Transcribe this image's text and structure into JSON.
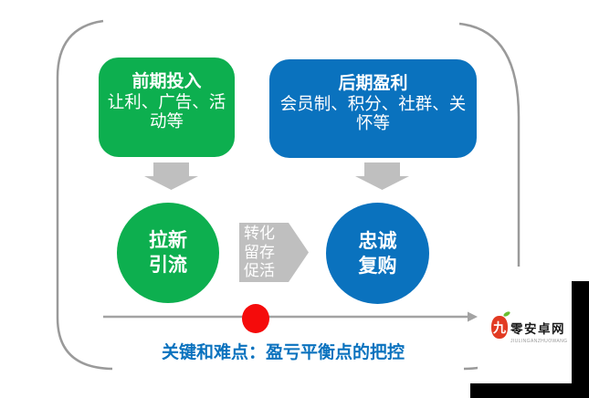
{
  "colors": {
    "green": "#0daf4f",
    "blue": "#0a72be",
    "arrow_gray": "#bfbfbf",
    "line_gray": "#a3a3a3",
    "bracket_gray": "#9a9a9a",
    "red": "#f50b0b",
    "key_text_blue": "#0a72be",
    "black": "#000000",
    "logo_red": "#e23a22",
    "leaf_green": "#6abe30",
    "logo_subtext_gray": "#9a9a9a"
  },
  "stage_boxes": {
    "investment": {
      "title": "前期投入",
      "body": "让利、广告、活动等"
    },
    "profit": {
      "title": "后期盈利",
      "body": "会员制、积分、社群、关怀等"
    }
  },
  "circles": {
    "acquisition": {
      "line1": "拉新",
      "line2": "引流"
    },
    "loyalty": {
      "line1": "忠诚",
      "line2": "复购"
    }
  },
  "conversion_arrow": {
    "line1": "转化",
    "line2": "留存",
    "line3": "促活"
  },
  "key_point": {
    "text": "关键和难点：盈亏平衡点的把控"
  },
  "watermark": {
    "symbol": "九",
    "name": "零安卓网",
    "subtext": "JIULINGANZHUOWANG"
  }
}
